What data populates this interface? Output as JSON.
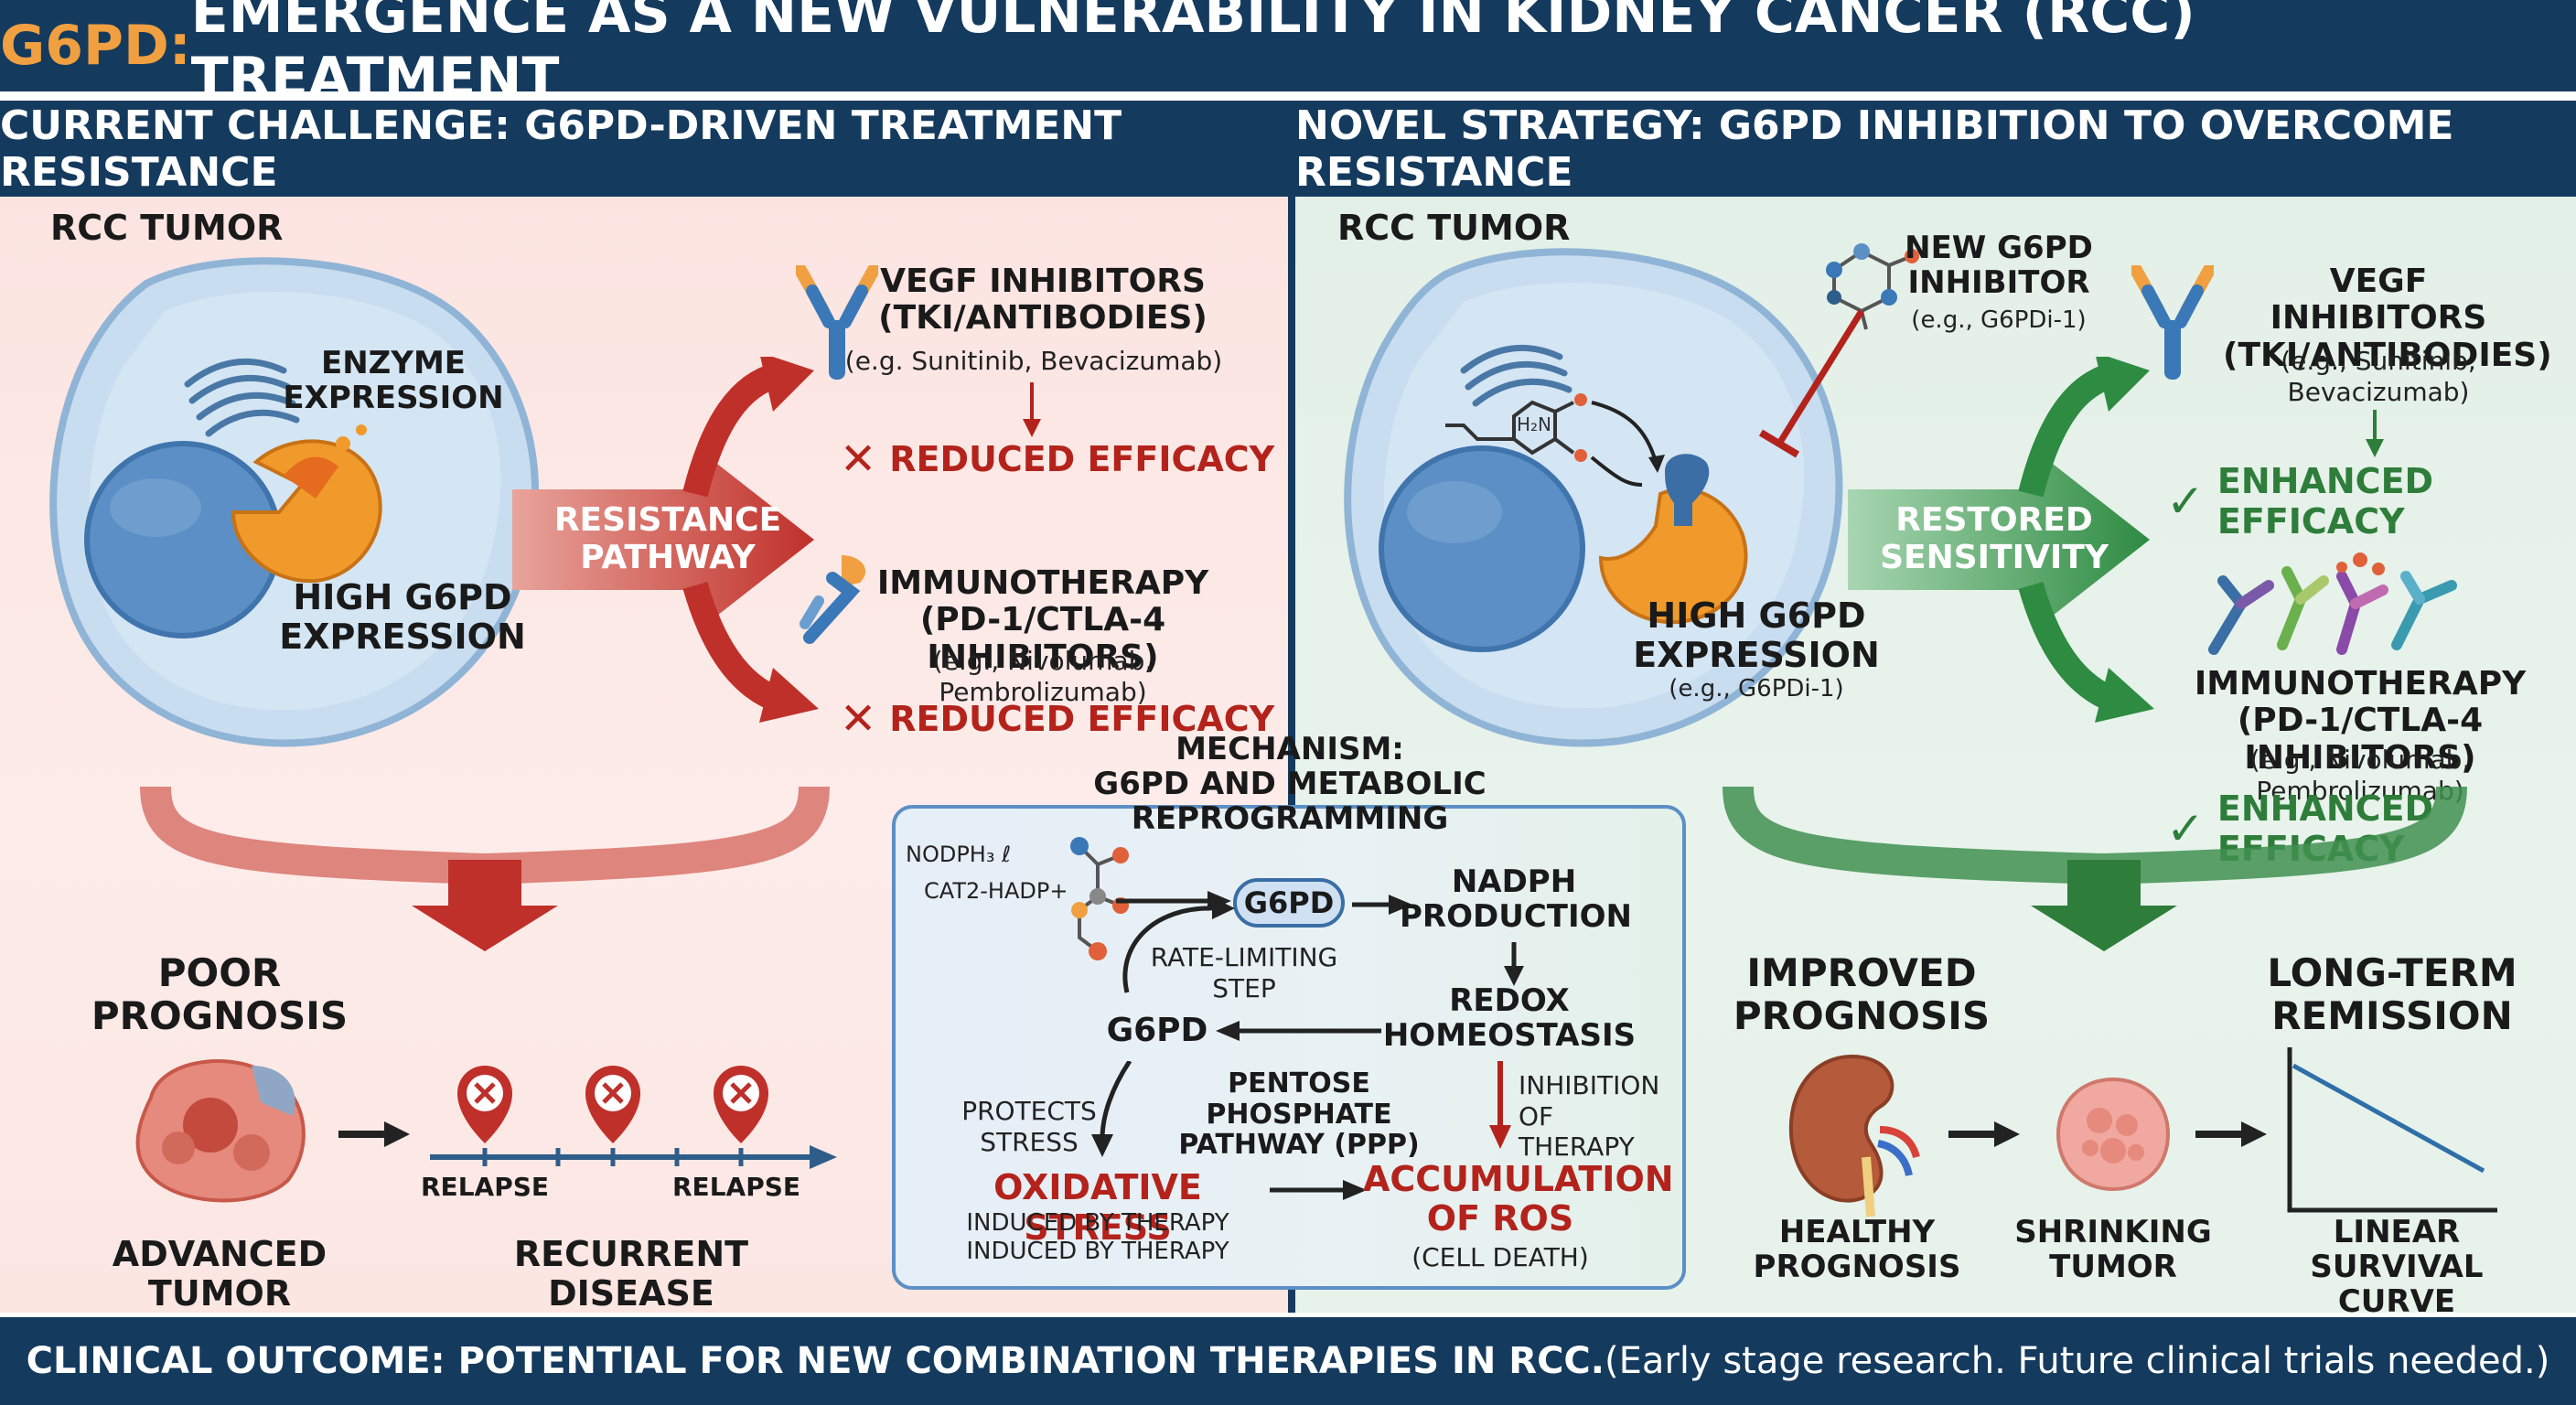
{
  "title": {
    "prefix": "G6PD:",
    "rest": " EMERGENCE AS A NEW VULNERABILITY IN KIDNEY CANCER (RCC) TREATMENT"
  },
  "colors": {
    "navy": "#143a5e",
    "accent_orange": "#f0a040",
    "red": "#b3231c",
    "green": "#2e7d3a",
    "left_bg": "#fbe6e2",
    "right_bg": "#e6f2ea"
  },
  "left": {
    "header": "CURRENT CHALLENGE: G6PD-DRIVEN TREATMENT RESISTANCE",
    "tumor_label": "RCC TUMOR",
    "enzyme_label": "ENZYME\nEXPRESSION",
    "high_label": "HIGH G6PD\nEXPRESSION",
    "arrow_label": "RESISTANCE\nPATHWAY",
    "vegf_title": "VEGF INHIBITORS\n(TKI/ANTIBODIES)",
    "vegf_sub": "(e.g. Sunitinib, Bevacizumab)",
    "reduced1": "REDUCED EFFICACY",
    "immuno_title": "IMMUNOTHERAPY\n(PD-1/CTLA-4 INHIBITORS)",
    "immuno_sub": "(e.g., Nivolumab, Pembrolizumab)",
    "reduced2": "REDUCED EFFICACY",
    "poor": "POOR\nPROGNOSIS",
    "advanced": "ADVANCED TUMOR",
    "relapse1": "RELAPSE",
    "relapse2": "RELAPSE",
    "recurrent": "RECURRENT DISEASE"
  },
  "right": {
    "header": "NOVEL STRATEGY: G6PD INHIBITION TO OVERCOME RESISTANCE",
    "tumor_label": "RCC TUMOR",
    "inhibitor_title": "NEW G6PD\nINHIBITOR",
    "inhibitor_sub": "(e.g., G6PDi-1)",
    "molecule_label": "H₂N",
    "high_label": "HIGH G6PD\nEXPRESSION",
    "high_sub": "(e.g., G6PDi-1)",
    "arrow_label": "RESTORED\nSENSITIVITY",
    "vegf_title": "VEGF INHIBITORS\n(TKI/ANTIBODIES)",
    "vegf_sub": "(e.g., Sunitinib,\nBevacizumab)",
    "enhanced1": "ENHANCED EFFICACY",
    "immuno_title": "IMMUNOTHERAPY\n(PD-1/CTLA-4 INHIBITORS)",
    "immuno_sub": "(e.g., Nivolumab, Pembrolizumab)",
    "enhanced2": "ENHANCED EFFICACY",
    "improved": "IMPROVED\nPROGNOSIS",
    "longterm": "LONG-TERM\nREMISSION",
    "healthy": "HEALTHY\nPROGNOSIS",
    "shrinking": "SHRINKING\nTUMOR",
    "linear": "LINEAR\nSURVIVAL CURVE"
  },
  "mechanism": {
    "title": "MECHANISM:\nG6PD AND METABOLIC\nREPROGRAMMING",
    "nodph": "NODPH₃ ℓ",
    "cat2": "CAT2-HADP+",
    "g6pd_box": "G6PD",
    "rate": "RATE-LIMITING\nSTEP",
    "nadph": "NADPH\nPRODUCTION",
    "redox": "REDOX\nHOMEOSTASIS",
    "g6pd": "G6PD",
    "ppp": "PENTOSE PHOSPHATE\nPATHWAY (PPP)",
    "protects": "PROTECTS\nSTRESS",
    "inhibition": "INHIBITION\nOF THERAPY",
    "oxidative": "OXIDATIVE STRESS",
    "induced": "INDUCED BY THERAPY\nINDUCED BY THERAPY",
    "accumulation": "ACCUMULATION\nOF ROS",
    "cell_death": "(CELL DEATH)"
  },
  "footer": {
    "bold": "CLINICAL OUTCOME: POTENTIAL FOR NEW COMBINATION THERAPIES IN RCC.",
    "note": " (Early stage research. Future clinical trials needed.)"
  },
  "icons": [
    "cell-icon",
    "nucleus-icon",
    "golgi-icon",
    "enzyme-icon",
    "antibody-icon",
    "checkpoint-antibody-icon",
    "x-mark-icon",
    "check-mark-icon",
    "tumor-icon",
    "relapse-marker-icon",
    "molecule-icon",
    "inhibitor-molecule-icon",
    "kidney-icon",
    "shrinking-tumor-icon",
    "survival-curve-icon"
  ]
}
